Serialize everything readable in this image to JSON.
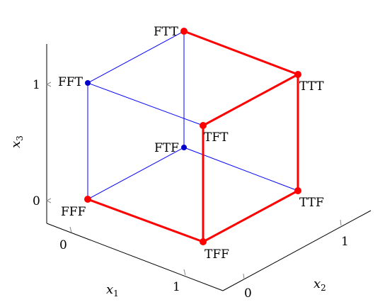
{
  "axes": {
    "x1": {
      "label": "x",
      "sub": "1",
      "ticks": [
        "0",
        "1"
      ]
    },
    "x2": {
      "label": "x",
      "sub": "2",
      "ticks": [
        "0",
        "1"
      ]
    },
    "x3": {
      "label": "x",
      "sub": "3",
      "ticks": [
        "0",
        "1"
      ]
    }
  },
  "colors": {
    "edge_blue": "#0000ff",
    "edge_red": "#ff0000",
    "vertex_red": "#ff0000",
    "vertex_blue": "#0000cc",
    "axis": "#000000"
  },
  "vertices": [
    {
      "id": "FFF",
      "label": "FFF",
      "color": "red"
    },
    {
      "id": "TFF",
      "label": "TFF",
      "color": "red"
    },
    {
      "id": "TTF",
      "label": "TTF",
      "color": "red"
    },
    {
      "id": "FTF",
      "label": "FTF",
      "color": "blue"
    },
    {
      "id": "FFT",
      "label": "FFT",
      "color": "blue"
    },
    {
      "id": "TFT",
      "label": "TFT",
      "color": "red"
    },
    {
      "id": "TTT",
      "label": "TTT",
      "color": "red"
    },
    {
      "id": "FTT",
      "label": "FTT",
      "color": "red"
    }
  ],
  "edges": [
    {
      "from": "FFF",
      "to": "TFF",
      "color": "red"
    },
    {
      "from": "TFF",
      "to": "TTF",
      "color": "red"
    },
    {
      "from": "TFF",
      "to": "TFT",
      "color": "red"
    },
    {
      "from": "TFT",
      "to": "TTT",
      "color": "red"
    },
    {
      "from": "TTF",
      "to": "TTT",
      "color": "red"
    },
    {
      "from": "TTT",
      "to": "FTT",
      "color": "red"
    },
    {
      "from": "FFF",
      "to": "FTF",
      "color": "blue"
    },
    {
      "from": "FTF",
      "to": "TTF",
      "color": "blue"
    },
    {
      "from": "FTF",
      "to": "FTT",
      "color": "blue"
    },
    {
      "from": "FFF",
      "to": "FFT",
      "color": "blue"
    },
    {
      "from": "FFT",
      "to": "FTT",
      "color": "blue"
    },
    {
      "from": "FFT",
      "to": "TFT",
      "color": "blue"
    }
  ]
}
